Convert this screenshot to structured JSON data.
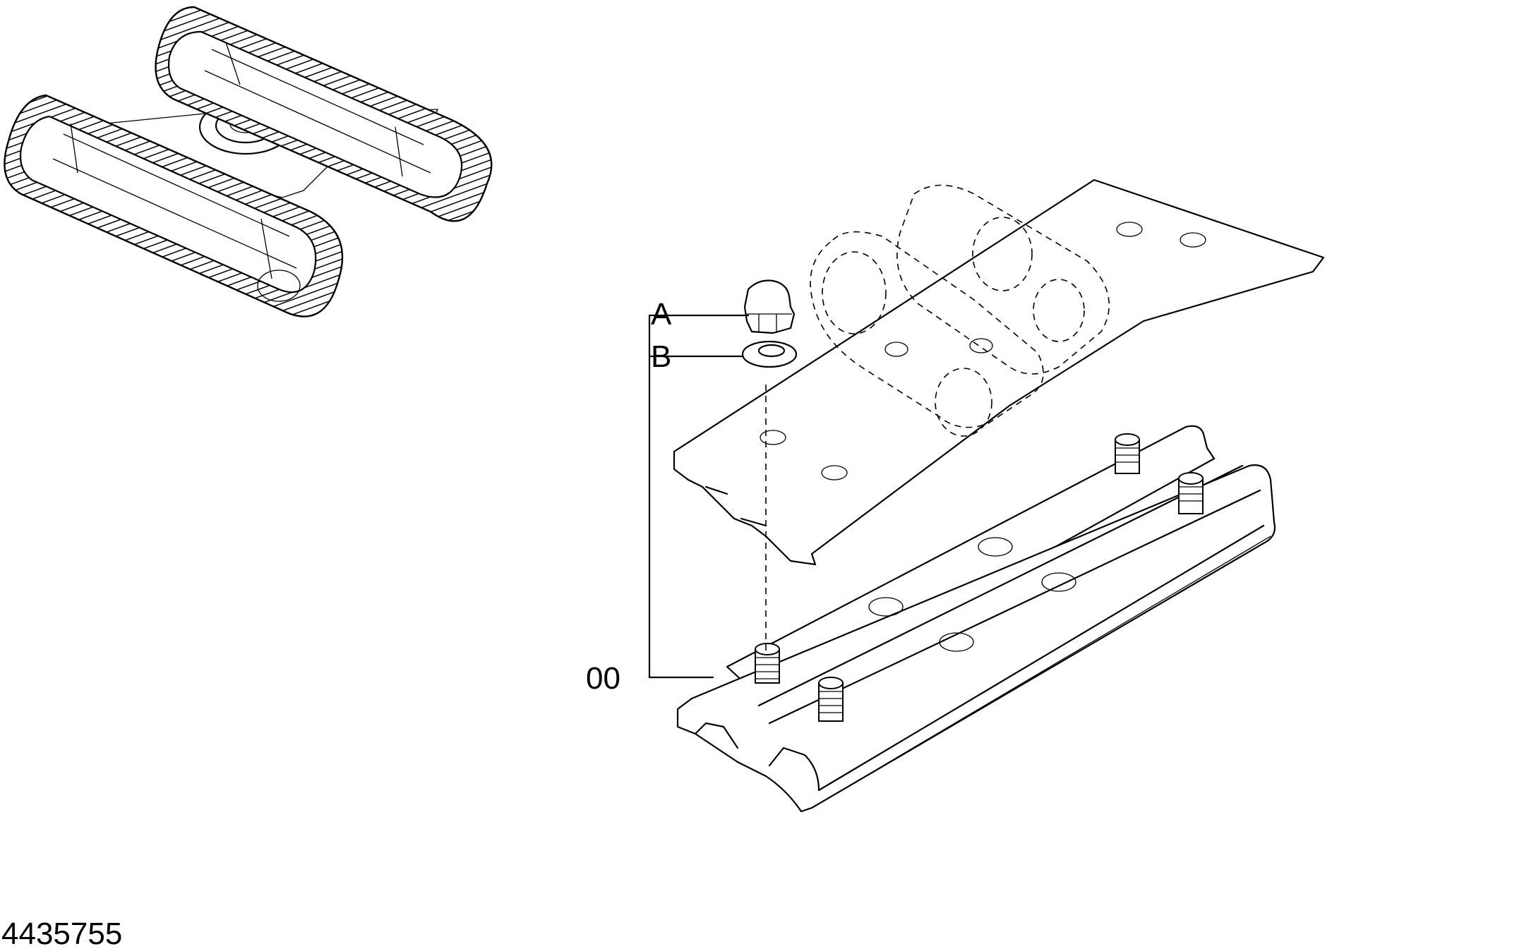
{
  "figure_number": "4435755",
  "callouts": {
    "nut": "A",
    "washer": "B",
    "assembly": "00"
  },
  "icons": {
    "overview": "undercarriage-crawler-icon",
    "track_link": "track-link-icon",
    "rubber_pad": "rubber-pad-icon",
    "nut": "hex-nut-icon",
    "washer": "washer-icon"
  },
  "colors": {
    "line": "#000000",
    "background": "#ffffff"
  }
}
